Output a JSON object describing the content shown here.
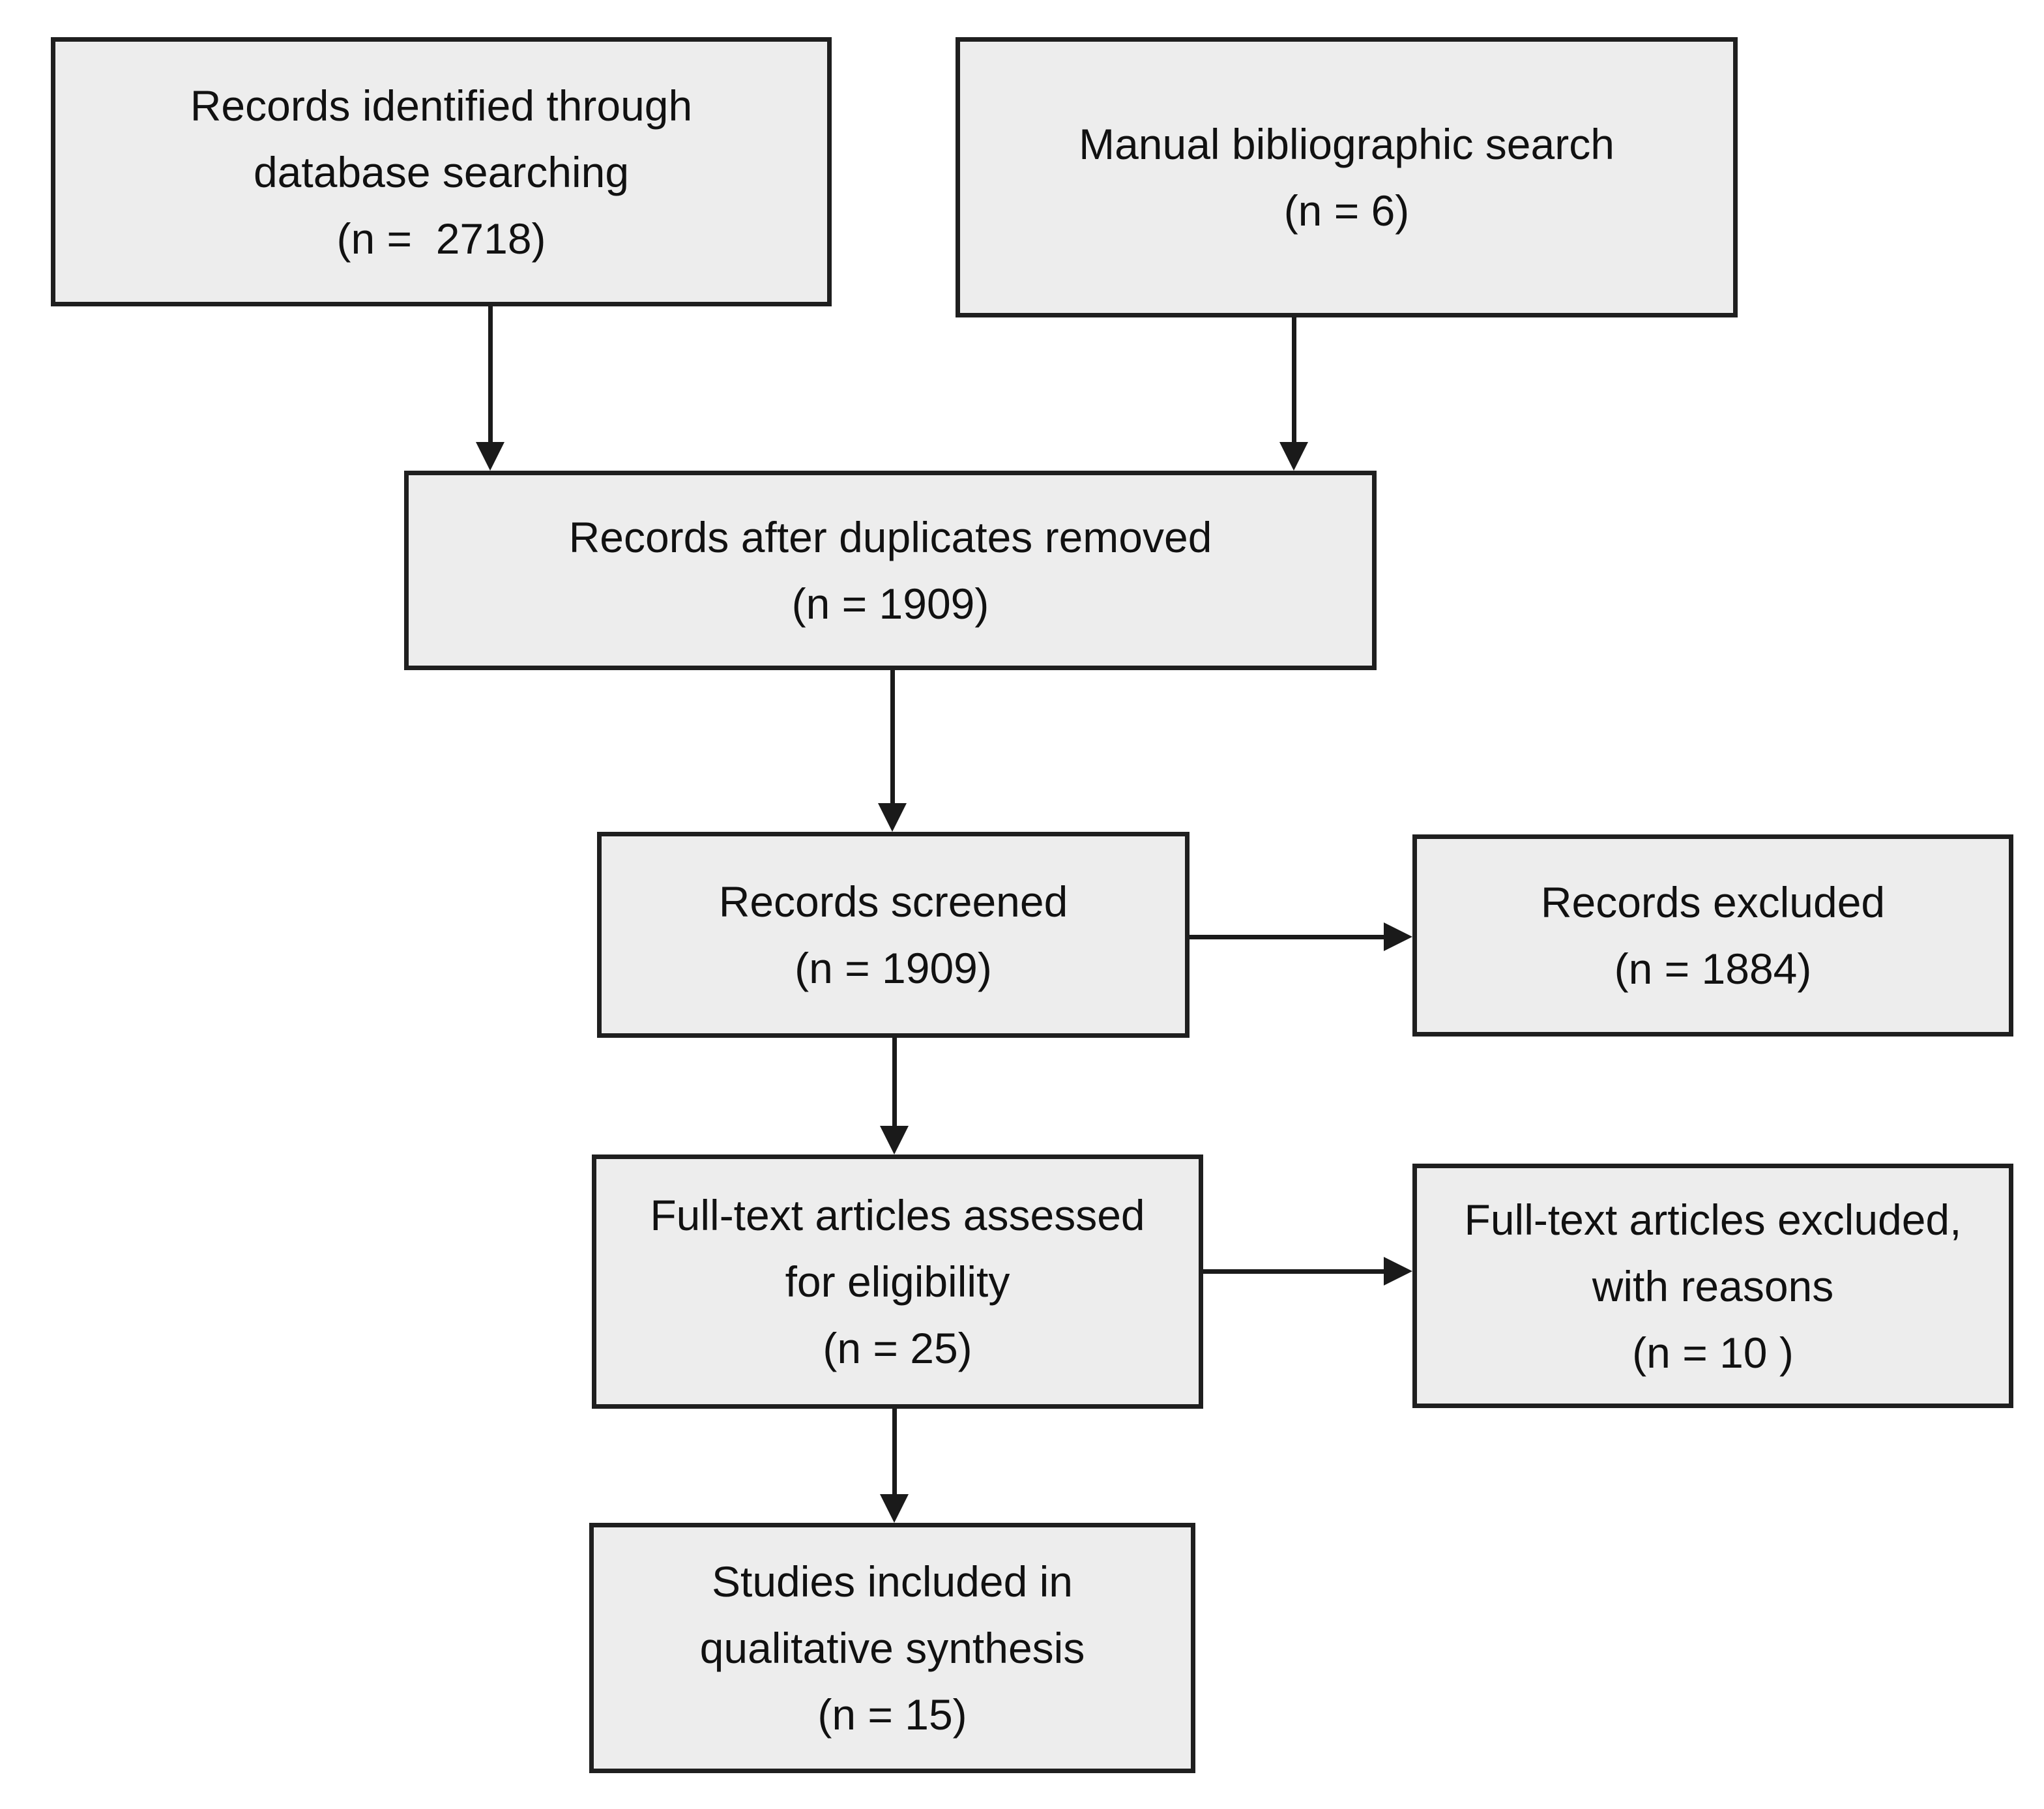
{
  "diagram": {
    "type": "flowchart",
    "subject": "study-selection-flow",
    "colors": {
      "background": "#ffffff",
      "box_fill": "#ededed",
      "box_border": "#1f1f1f",
      "arrow": "#1a1a1a",
      "text": "#111111"
    },
    "boxes": [
      {
        "id": "records-identified",
        "lines": [
          "Records identified through",
          "database searching",
          "(n =  2718)"
        ]
      },
      {
        "id": "manual-search",
        "lines": [
          "Manual bibliographic search",
          "(n = 6)"
        ]
      },
      {
        "id": "duplicates-removed",
        "lines": [
          "Records after duplicates removed",
          "(n = 1909)"
        ]
      },
      {
        "id": "records-screened",
        "lines": [
          "Records screened",
          "(n = 1909)"
        ]
      },
      {
        "id": "records-excluded",
        "lines": [
          "Records excluded",
          "(n = 1884)"
        ]
      },
      {
        "id": "fulltext-assessed",
        "lines": [
          "Full-text articles assessed",
          "for eligibility",
          "(n = 25)"
        ]
      },
      {
        "id": "fulltext-excluded",
        "lines": [
          "Full-text articles excluded,",
          "with reasons",
          "(n = 10 )"
        ]
      },
      {
        "id": "studies-included",
        "lines": [
          "Studies included in",
          "qualitative synthesis",
          "(n = 15)"
        ]
      }
    ],
    "arrows": [
      {
        "from": "records-identified",
        "to": "duplicates-removed",
        "direction": "down"
      },
      {
        "from": "manual-search",
        "to": "duplicates-removed",
        "direction": "down"
      },
      {
        "from": "duplicates-removed",
        "to": "records-screened",
        "direction": "down"
      },
      {
        "from": "records-screened",
        "to": "records-excluded",
        "direction": "right"
      },
      {
        "from": "records-screened",
        "to": "fulltext-assessed",
        "direction": "down"
      },
      {
        "from": "fulltext-assessed",
        "to": "fulltext-excluded",
        "direction": "right"
      },
      {
        "from": "fulltext-assessed",
        "to": "studies-included",
        "direction": "down"
      }
    ]
  }
}
